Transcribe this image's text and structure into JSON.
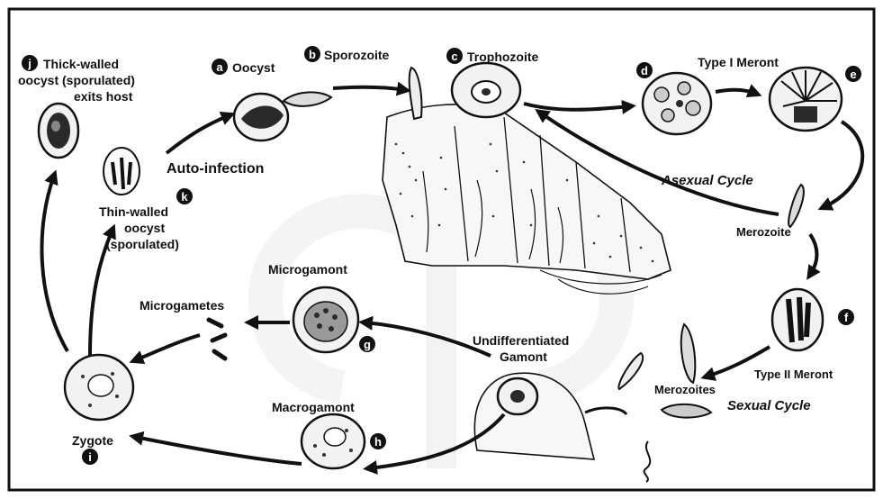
{
  "labels": {
    "thick_walled": [
      "Thick-walled",
      "oocyst (sporulated)",
      "exits host"
    ],
    "oocyst": "Oocyst",
    "sporozoite": "Sporozoite",
    "trophozoite": "Trophozoite",
    "type1_meront": "Type I Meront",
    "auto_infection": "Auto-infection",
    "thin_walled": [
      "Thin-walled",
      "oocyst",
      "(sporulated)"
    ],
    "asexual_cycle": "Asexual Cycle",
    "merozoite": "Merozoite",
    "microgamont": "Microgamont",
    "microgametes": "Microgametes",
    "undifferentiated_gamont": [
      "Undifferentiated",
      "Gamont"
    ],
    "type2_meront": "Type II Meront",
    "merozoites": "Merozoites",
    "sexual_cycle": "Sexual Cycle",
    "macrogamont": "Macrogamont",
    "zygote": "Zygote"
  },
  "badges": {
    "a": "a",
    "b": "b",
    "c": "c",
    "d": "d",
    "e": "e",
    "f": "f",
    "g": "g",
    "h": "h",
    "i": "i",
    "j": "j",
    "k": "k"
  },
  "colors": {
    "ink": "#111111",
    "background": "#ffffff",
    "watermark": "#e9e9e9"
  }
}
